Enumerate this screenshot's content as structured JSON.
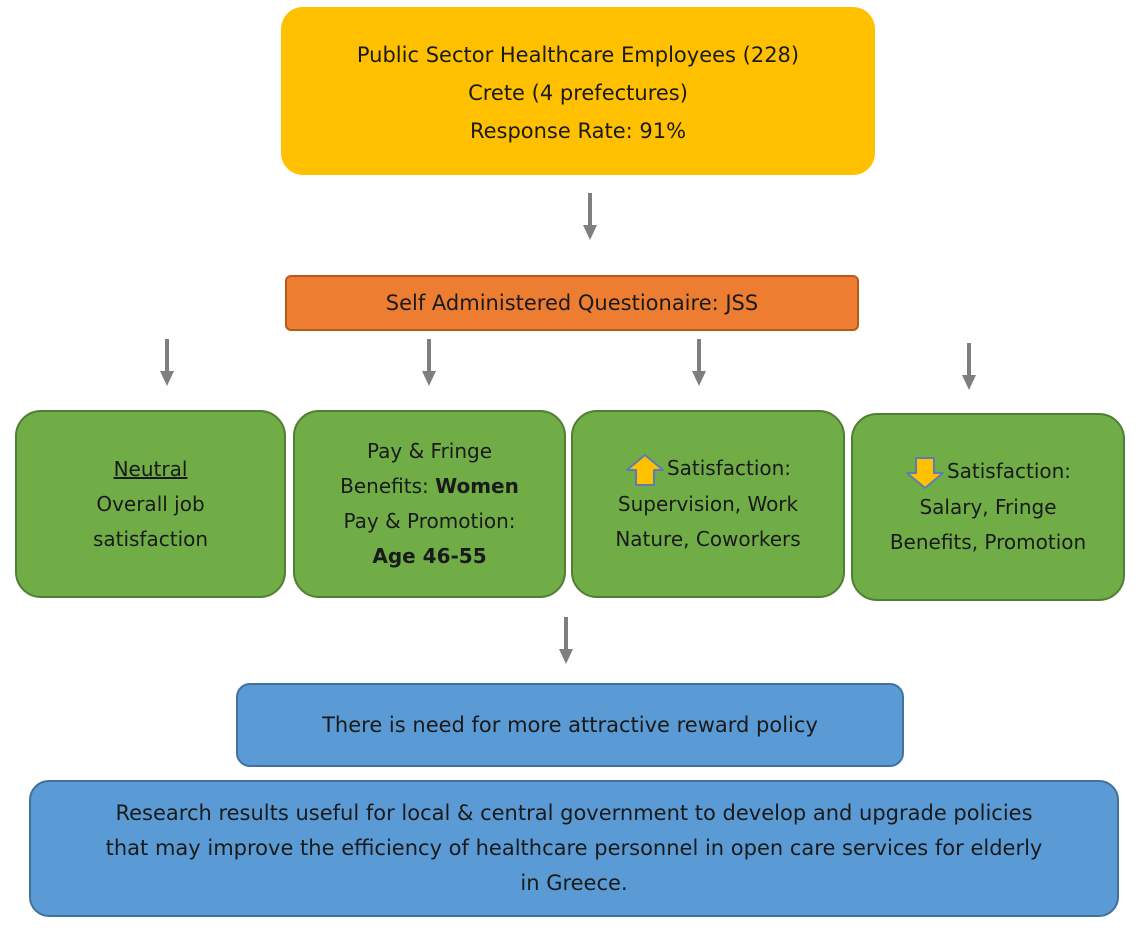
{
  "top_box": {
    "line1": "Public Sector Healthcare Employees (228)",
    "line2": "Crete (4 prefectures)",
    "line3": "Response Rate: 91%"
  },
  "questionnaire": {
    "label": "Self Administered Questionaire: JSS"
  },
  "findings": {
    "neutral": {
      "heading": "Neutral",
      "line1": "Overall job",
      "line2": "satisfaction"
    },
    "demographics": {
      "line1": "Pay & Fringe",
      "line2_prefix": "Benefits: ",
      "line2_bold": "Women",
      "line3": "Pay & Promotion:",
      "line4_bold": "Age 46-55"
    },
    "increased": {
      "icon": "up-arrow-icon",
      "line1": "Satisfaction:",
      "line2": "Supervision, Work",
      "line3": "Nature, Coworkers"
    },
    "decreased": {
      "icon": "down-arrow-icon",
      "line1": "Satisfaction:",
      "line2": "Salary, Fringe",
      "line3": "Benefits, Promotion"
    }
  },
  "conclusion": {
    "text": "There is need for more attractive reward policy"
  },
  "implication": {
    "line1": "Research results useful for local & central government to develop and upgrade policies",
    "line2": "that may improve the efficiency of healthcare personnel in open care services for elderly",
    "line3": "in Greece."
  },
  "colors": {
    "top_box": "#ffc000",
    "questionnaire": "#ed7d31",
    "findings": "#70ad47",
    "conclusion": "#5b9bd5",
    "arrow": "#7f7f7f",
    "icon_fill": "#ffc000",
    "icon_stroke": "#5b7db0"
  }
}
